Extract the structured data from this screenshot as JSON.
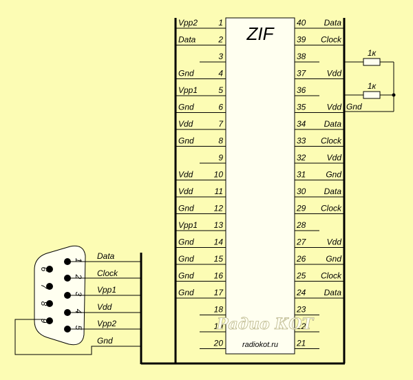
{
  "chip": {
    "title": "ZIF",
    "left": [
      {
        "pin": "1",
        "label": "Vpp2"
      },
      {
        "pin": "2",
        "label": "Data"
      },
      {
        "pin": "3",
        "label": ""
      },
      {
        "pin": "4",
        "label": "Gnd"
      },
      {
        "pin": "5",
        "label": "Vpp1"
      },
      {
        "pin": "6",
        "label": "Gnd"
      },
      {
        "pin": "7",
        "label": "Vdd"
      },
      {
        "pin": "8",
        "label": "Gnd"
      },
      {
        "pin": "9",
        "label": ""
      },
      {
        "pin": "10",
        "label": "Vdd"
      },
      {
        "pin": "11",
        "label": "Vdd"
      },
      {
        "pin": "12",
        "label": "Gnd"
      },
      {
        "pin": "13",
        "label": "Vpp1"
      },
      {
        "pin": "14",
        "label": "Gnd"
      },
      {
        "pin": "15",
        "label": "Gnd"
      },
      {
        "pin": "16",
        "label": "Gnd"
      },
      {
        "pin": "17",
        "label": "Gnd"
      },
      {
        "pin": "18",
        "label": ""
      },
      {
        "pin": "19",
        "label": ""
      },
      {
        "pin": "20",
        "label": ""
      }
    ],
    "right": [
      {
        "pin": "40",
        "label": "Data"
      },
      {
        "pin": "39",
        "label": "Clock"
      },
      {
        "pin": "38",
        "label": ""
      },
      {
        "pin": "37",
        "label": "Vdd"
      },
      {
        "pin": "36",
        "label": ""
      },
      {
        "pin": "35",
        "label": "Vdd"
      },
      {
        "pin": "34",
        "label": "Data"
      },
      {
        "pin": "33",
        "label": "Clock"
      },
      {
        "pin": "32",
        "label": "Vdd"
      },
      {
        "pin": "31",
        "label": "Gnd"
      },
      {
        "pin": "30",
        "label": "Data"
      },
      {
        "pin": "29",
        "label": "Clock"
      },
      {
        "pin": "28",
        "label": ""
      },
      {
        "pin": "27",
        "label": "Vdd"
      },
      {
        "pin": "26",
        "label": "Gnd"
      },
      {
        "pin": "25",
        "label": "Clock"
      },
      {
        "pin": "24",
        "label": "Data"
      },
      {
        "pin": "23",
        "label": ""
      },
      {
        "pin": "22",
        "label": ""
      },
      {
        "pin": "21",
        "label": ""
      }
    ]
  },
  "resistors": [
    {
      "label": "1к"
    },
    {
      "label": "1к"
    }
  ],
  "gnd_label": "Gnd",
  "connector": {
    "pins_top": [
      "1",
      "2",
      "3",
      "4",
      "5"
    ],
    "pins_bottom": [
      "6",
      "7",
      "8",
      "9"
    ],
    "signals": [
      "Data",
      "Clock",
      "Vpp1",
      "Vdd",
      "Vpp2",
      "Gnd"
    ]
  },
  "watermark": {
    "main": "Радио КОТ",
    "site": "radiokot.ru"
  }
}
